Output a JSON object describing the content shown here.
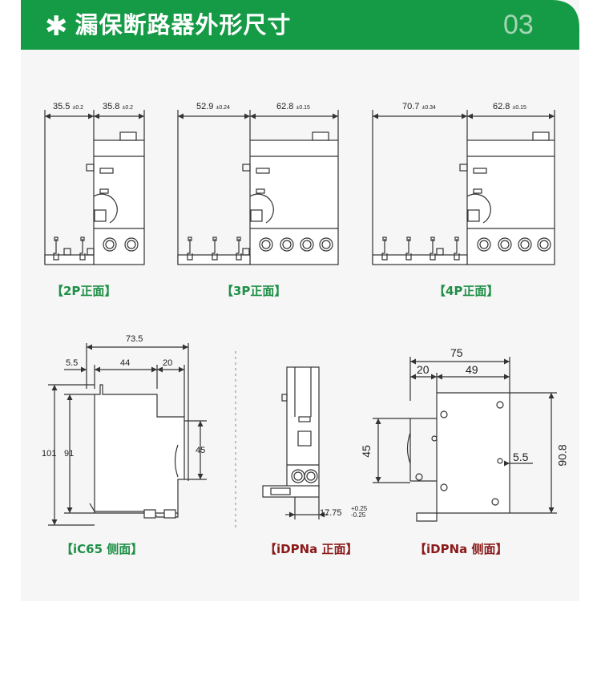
{
  "header": {
    "title": "漏保断路器外形尺寸",
    "star": "✱",
    "page_number": "03",
    "color": "#159a45",
    "number_color": "#a5d6b3"
  },
  "views": {
    "p2": {
      "label": "【2P正面】",
      "dim_left": "35.5",
      "tol_left": "±0.2",
      "dim_right": "35.8",
      "tol_right": "±0.2"
    },
    "p3": {
      "label": "【3P正面】",
      "dim_left": "52.9",
      "tol_left": "±0.24",
      "dim_right": "62.8",
      "tol_right": "±0.15"
    },
    "p4": {
      "label": "【4P正面】",
      "dim_left": "70.7",
      "tol_left": "±0.34",
      "dim_right": "62.8",
      "tol_right": "±0.15"
    },
    "ic65": {
      "label": "【iC65 侧面】",
      "d_total": "73.5",
      "d_a": "5.5",
      "d_b": "44",
      "d_c": "20",
      "d_h1": "101",
      "d_h2": "91",
      "d_h3": "45"
    },
    "idpna_front": {
      "label": "【iDPNa 正面】",
      "d_w": "17.75",
      "tol_up": "+0.25",
      "tol_down": "-0.25"
    },
    "idpna_side": {
      "label": "【iDPNa 侧面】",
      "d_total": "75",
      "d_a": "20",
      "d_b": "49",
      "d_h1": "45",
      "d_h2": "90.8",
      "d_c": "5.5"
    }
  }
}
